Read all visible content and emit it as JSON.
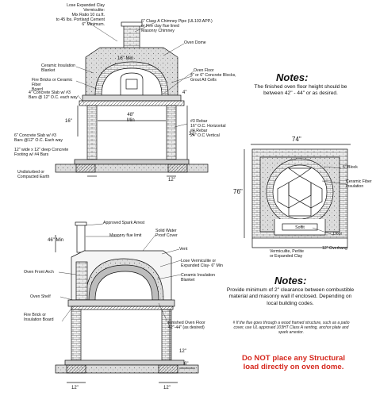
{
  "colors": {
    "line": "#111111",
    "brick": "#e8e8e8",
    "fill_grey": "#cfcfcf",
    "warning": "#d6281e"
  },
  "top_view_labels": [
    "Lose Expanded Clay\nVermiculite:\nMix Ratio 10 cu.ft.\nto 45 lbs. Portland Cement\n6\" Minimum.",
    "6\" Class A Chimney Pipe (UL103 APP.)\nor Fire clay flue lined\nMasonry Chimney",
    "Oven Dome",
    "Ceramic Insulation\nBlanket",
    "Fire Bricks or Ceramic Fiber\nBoard",
    "4\" or 6\" Concrete Blocks,\nGrout All Cells",
    "Oven Floor",
    "4\" Concrete Slab w/ #3\nBars @ 12\" O.C. each way",
    "#3 Rebar\n16\" O.C. Horizontal\n#4 Rebar\n24\" O.C Vertical",
    "6\" Concrete Slab w/ #3\nBars @12\" O.C. Each way",
    "12\" wide x 12\" deep Concrete\nFooting w/ #4 Bars",
    "Undisturbed or\nCompacted Earth"
  ],
  "top_view_dims": [
    "16\" Min",
    "4\"",
    "48\"\nMin",
    "16\"",
    "32\"",
    "12\""
  ],
  "notes1": {
    "heading": "Notes:",
    "text": "The finished oven floor height should be between 42\" - 44\" or as desired."
  },
  "plan_view": {
    "width_dim": "74\"",
    "depth_dim": "76\"",
    "labels": [
      "6\" Block",
      "Ceramic Fiber Insulation",
      "Door",
      "Vermiculite, Perlite\nor Expanded Clay",
      "12\" Overhang",
      "Soffit"
    ]
  },
  "side_view_labels": [
    "Approved Spark Arrest",
    "Masonry flue limit",
    "Solid Water\nProof Cover",
    "Vent",
    "Oven Front Arch",
    "Lose Vermiculite or\nExpanded Clay- 6\" Min",
    "Ceramic Insulation\nBlanket",
    "Oven Shelf",
    "Fire Brick or\nInsulation Board",
    "Finished Oven Floor\n42\"-44\" (as desired)"
  ],
  "side_view_dims": [
    "46\" Min",
    "12\"",
    "6\"",
    "12\"",
    "12\""
  ],
  "notes2": {
    "heading": "Notes:",
    "text": "Provide minimum of 2\" clearance between combustible material and masonry wall if enclosed. Depending on local building codes."
  },
  "flue_note": "# If the flue goes through a wood framed structure, such as a patio cover, use UL approved 103HT Class A venting, anchor plate and spark arrestor.",
  "warning": "Do NOT place any Structural\nload directly on oven dome."
}
